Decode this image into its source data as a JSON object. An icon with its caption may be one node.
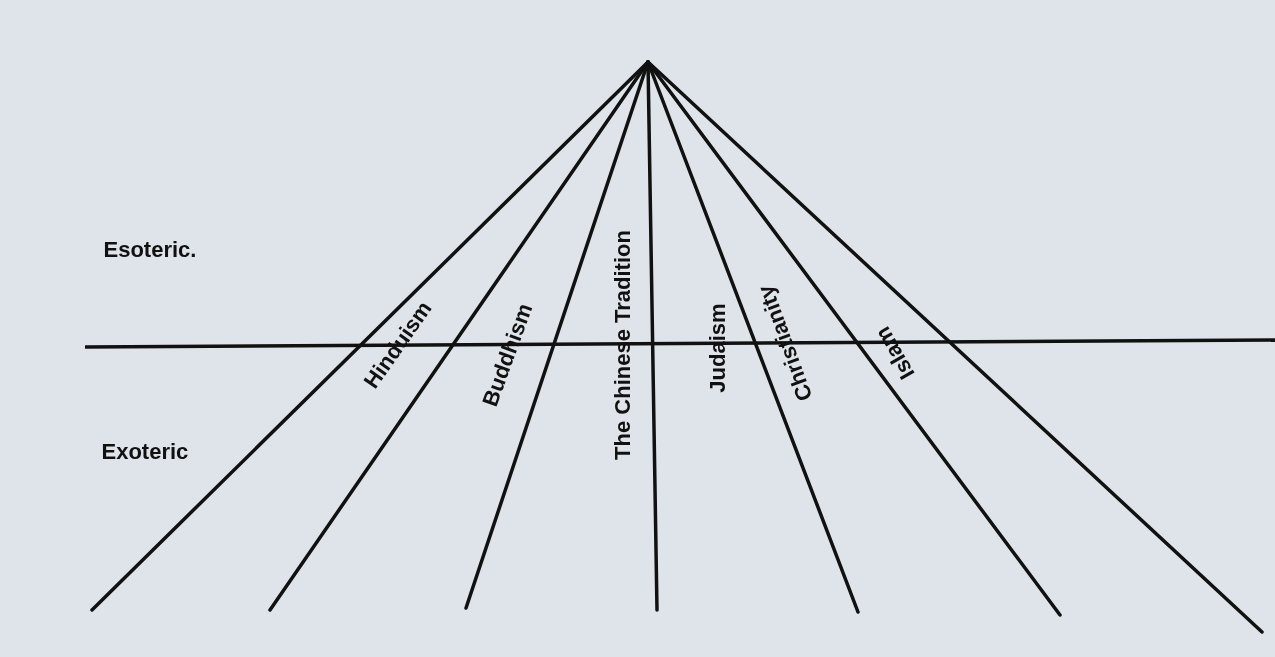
{
  "diagram": {
    "labels": [
      "Esoteric.",
      "Hinduism",
      "Buddhism",
      "The Chinese Tradition",
      "Judaism",
      "Christianity",
      "Islam",
      "Exoteric"
    ]
  }
}
